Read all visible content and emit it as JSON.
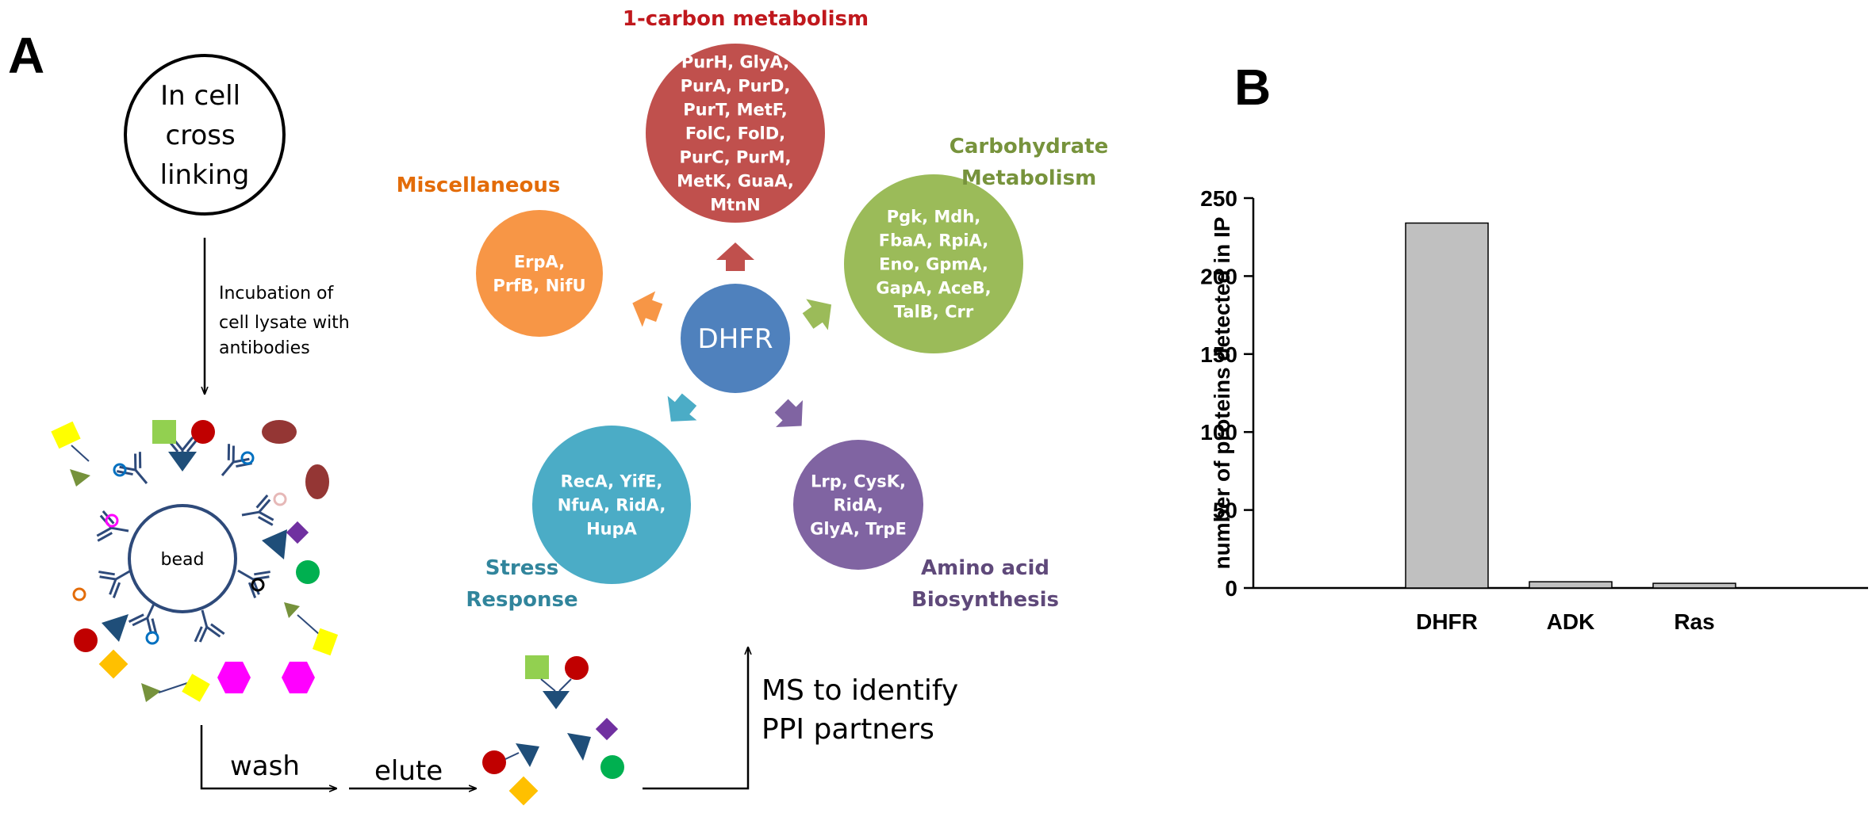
{
  "panel_a": {
    "label": "A",
    "step_crosslink": [
      "In cell",
      "cross",
      "linking"
    ],
    "step_incubation": [
      "Incubation of",
      "cell lysate with",
      "antibodies"
    ],
    "bead_label": "bead",
    "wash_label": "wash",
    "elute_label": "elute",
    "ms_label": [
      "MS to identify",
      "PPI partners"
    ],
    "hub": {
      "label": "DHFR",
      "color": "#4f81bd"
    },
    "groups": [
      {
        "key": "one_carbon",
        "title": [
          "1-carbon metabolism"
        ],
        "color": "#c0504d",
        "title_color": "#c0181d",
        "proteins": [
          "PurH, GlyA,",
          "PurA, PurD,",
          "PurT, MetF,",
          "FolC, FolD,",
          "PurC, PurM,",
          "MetK, GuaA,",
          "MtnN"
        ]
      },
      {
        "key": "carbohydrate",
        "title": [
          "Carbohydrate",
          "Metabolism"
        ],
        "color": "#9bbb59",
        "title_color": "#77933c",
        "proteins": [
          "Pgk, Mdh,",
          "FbaA, RpiA,",
          "Eno, GpmA,",
          "GapA, AceB,",
          "TalB, Crr"
        ]
      },
      {
        "key": "amino_acid",
        "title": [
          "Amino acid",
          "Biosynthesis"
        ],
        "color": "#8064a2",
        "title_color": "#5f497a",
        "proteins": [
          "Lrp, CysK,",
          "RidA,",
          "GlyA, TrpE"
        ]
      },
      {
        "key": "stress",
        "title": [
          "Stress",
          "Response"
        ],
        "color": "#4bacc6",
        "title_color": "#31859c",
        "proteins": [
          "RecA, YifE,",
          "NfuA, RidA,",
          "HupA"
        ]
      },
      {
        "key": "misc",
        "title": [
          "Miscellaneous"
        ],
        "color": "#f79646",
        "title_color": "#e36c09",
        "proteins": [
          "ErpA,",
          "PrfB, NifU"
        ]
      }
    ]
  },
  "panel_b": {
    "label": "B",
    "chart_data": {
      "type": "bar",
      "categories": [
        "DHFR",
        "ADK",
        "Ras"
      ],
      "values": [
        234,
        4,
        3
      ],
      "ylabel": "number of proteins detected in IP",
      "xlabel": "",
      "ylim": [
        0,
        250
      ],
      "yticks": [
        0,
        50,
        100,
        150,
        200,
        250
      ],
      "bar_color": "#c0c0c0",
      "grid": false
    }
  }
}
